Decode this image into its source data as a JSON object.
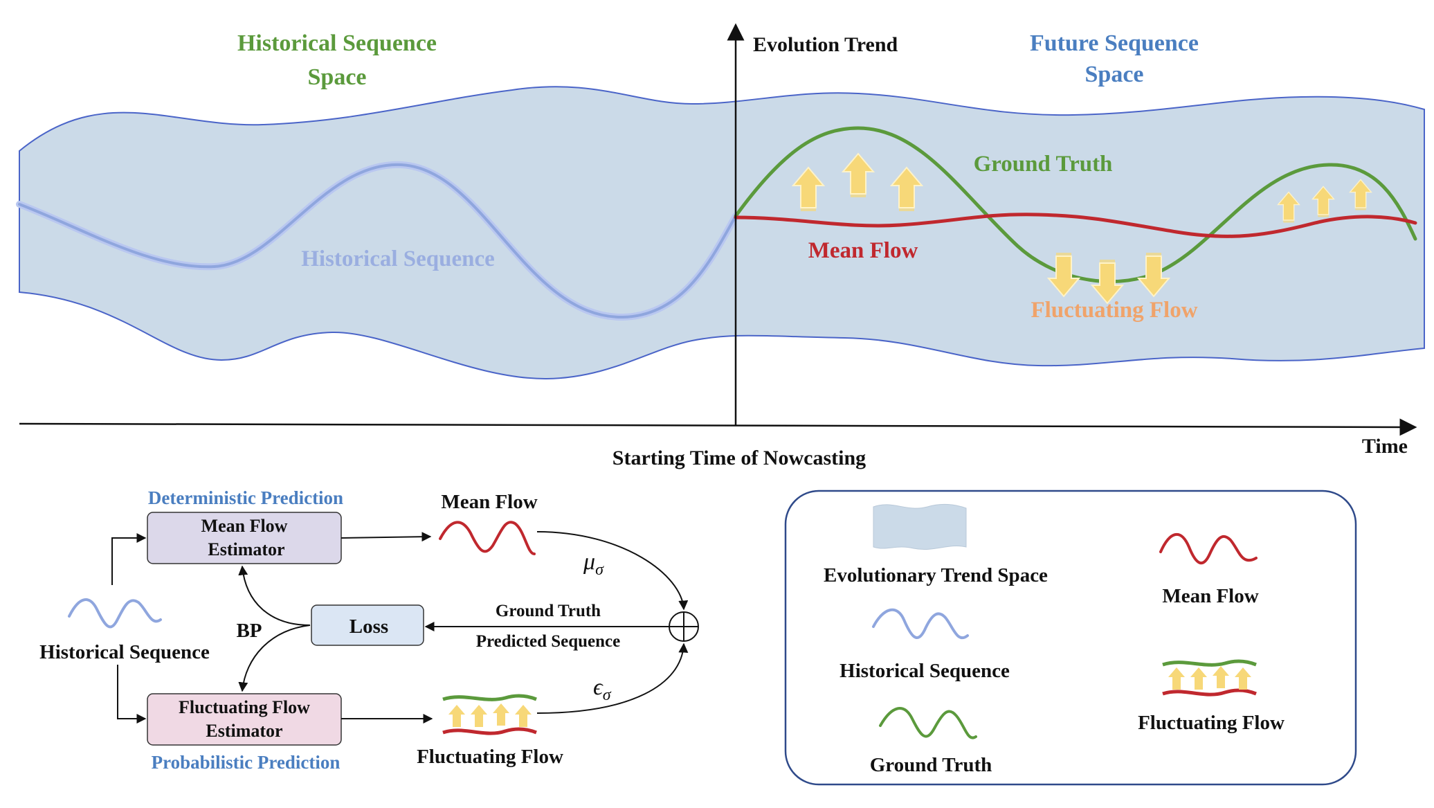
{
  "top": {
    "historical_space_line1": "Historical Sequence",
    "historical_space_line2": "Space",
    "future_space_line1": "Future Sequence",
    "future_space_line2": "Space",
    "evolution_trend": "Evolution Trend",
    "historical_sequence": "Historical Sequence",
    "ground_truth": "Ground Truth",
    "mean_flow": "Mean Flow",
    "fluctuating_flow": "Fluctuating Flow",
    "x_axis_start": "Starting Time of Nowcasting",
    "x_axis_end": "Time"
  },
  "pipeline": {
    "deterministic_label": "Deterministic Prediction",
    "probabilistic_label": "Probabilistic Prediction",
    "mean_estimator_line1": "Mean Flow",
    "mean_estimator_line2": "Estimator",
    "fluct_estimator_line1": "Fluctuating Flow",
    "fluct_estimator_line2": "Estimator",
    "loss": "Loss",
    "bp": "BP",
    "input_label": "Historical Sequence",
    "mean_flow_out": "Mean Flow",
    "fluct_flow_out": "Fluctuating Flow",
    "ground_truth_edge": "Ground Truth",
    "predicted_edge": "Predicted Sequence",
    "mu_sigma": "μ",
    "mu_sub": "σ",
    "eps_sigma": "ϵ",
    "eps_sub": "σ"
  },
  "legend": {
    "trend_space": "Evolutionary Trend Space",
    "mean_flow": "Mean Flow",
    "historical_sequence": "Historical Sequence",
    "fluctuating_flow": "Fluctuating Flow",
    "ground_truth": "Ground Truth"
  },
  "colors": {
    "band_fill": "#cbdae8",
    "band_edge": "#4a64c8",
    "historical": "#8fa6de",
    "ground_truth": "#5b9a3c",
    "mean_flow": "#c0282e",
    "arrow": "#f7d878",
    "mean_box": "#dcd8ea",
    "fluct_box": "#f0d9e4",
    "loss_box": "#dbe6f4",
    "legend_border": "#2f4a8a"
  }
}
